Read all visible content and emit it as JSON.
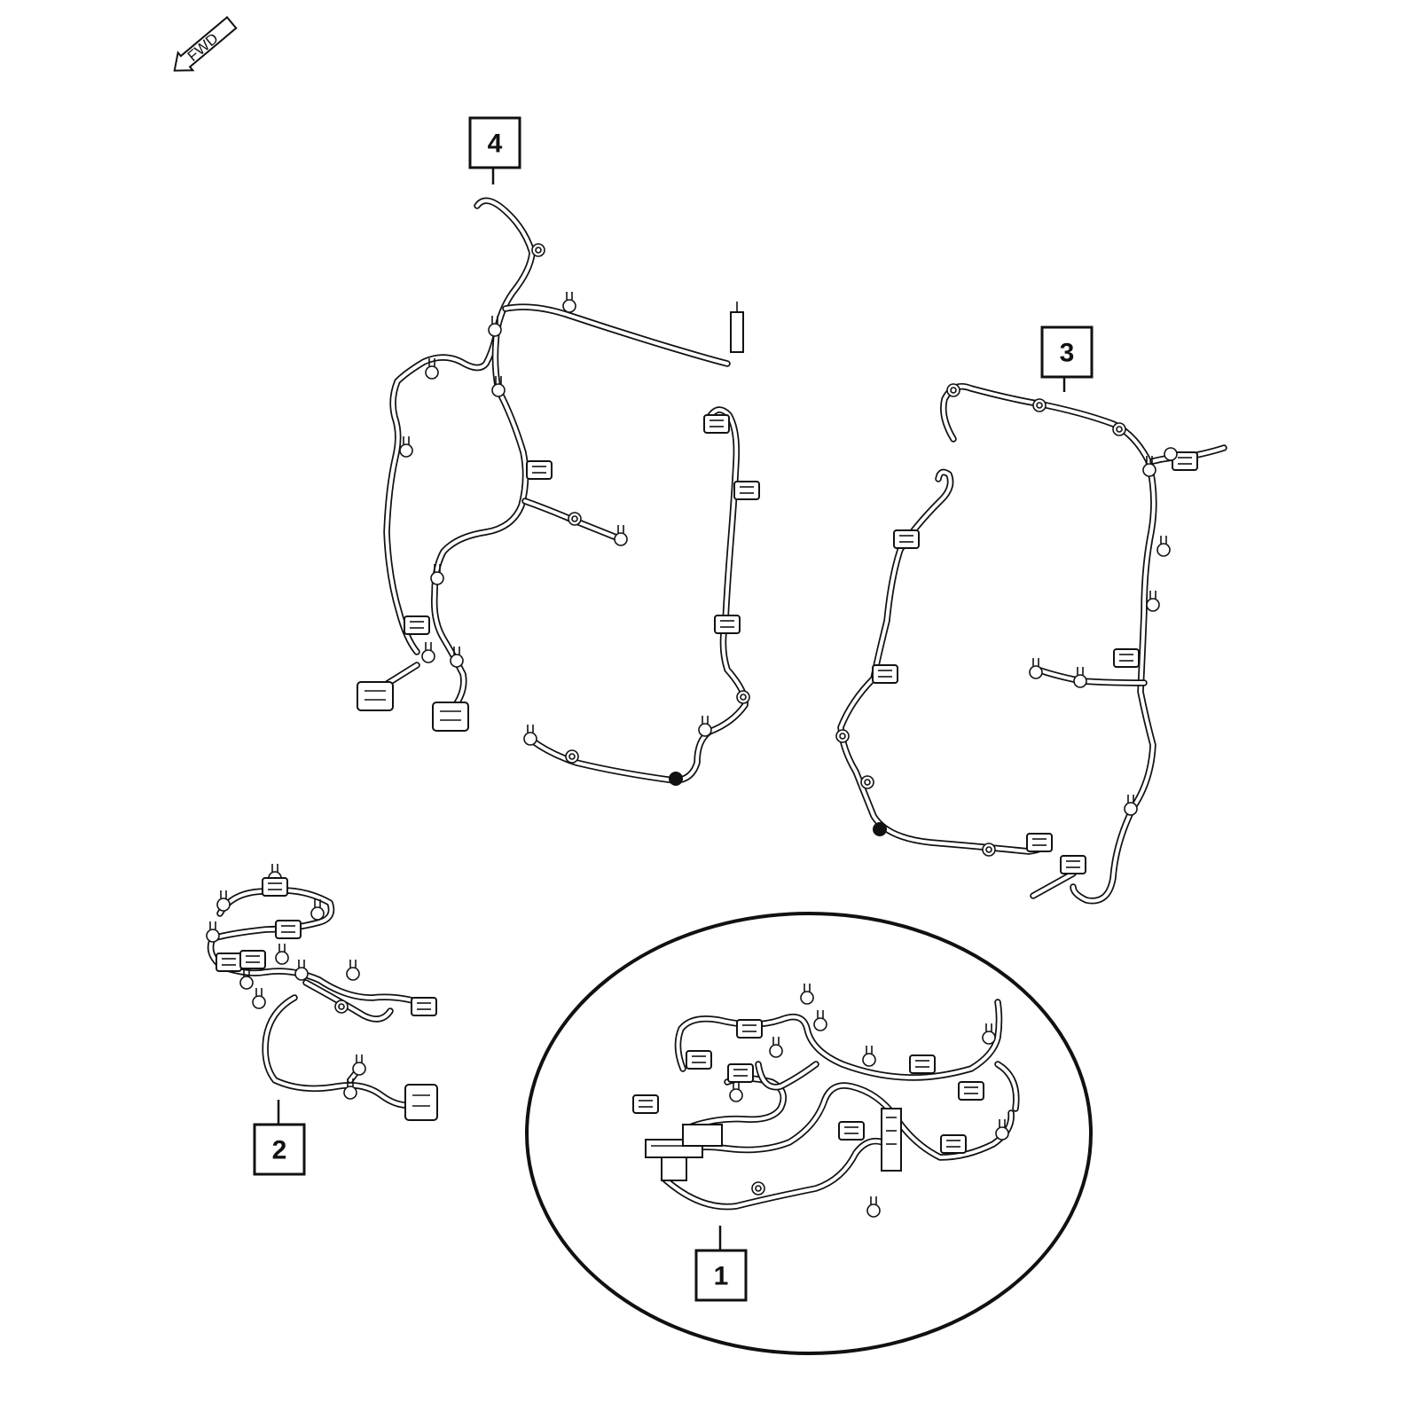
{
  "orientation": {
    "label": "FWD"
  },
  "callouts": [
    {
      "number": "4"
    },
    {
      "number": "3"
    },
    {
      "number": "2"
    },
    {
      "number": "1"
    }
  ]
}
